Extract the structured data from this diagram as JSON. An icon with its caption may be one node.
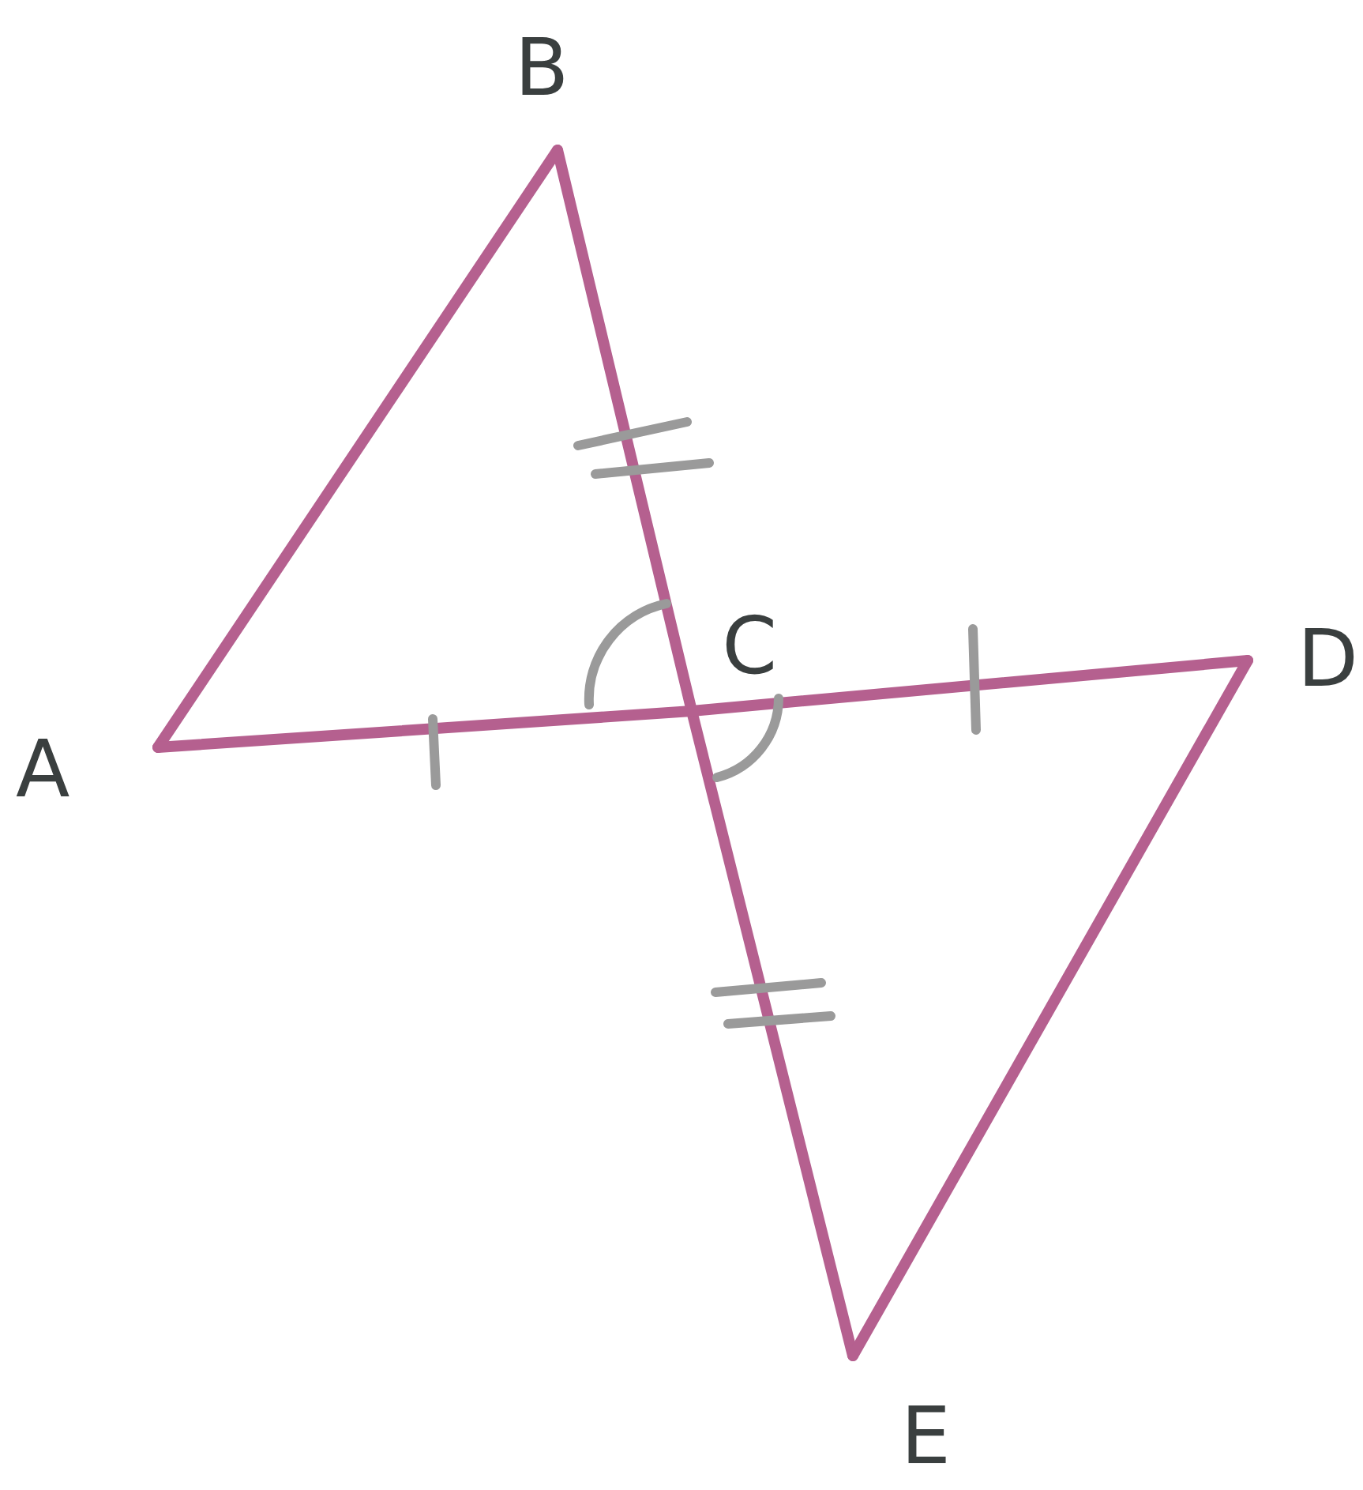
{
  "diagram": {
    "nodes": [
      {
        "text": [
          "B"
        ]
      },
      {
        "text": [
          "A"
        ]
      },
      {
        "text": [
          "C"
        ]
      },
      {
        "text": [
          "D"
        ]
      },
      {
        "text": [
          "E"
        ]
      }
    ],
    "edges": [
      {
        "from": 1,
        "to": 0,
        "arrow": "none"
      },
      {
        "from": 0,
        "to": 2,
        "arrow": "none"
      },
      {
        "from": 2,
        "to": 4,
        "arrow": "none"
      },
      {
        "from": 1,
        "to": 2,
        "arrow": "none"
      },
      {
        "from": 2,
        "to": 3,
        "arrow": "none"
      },
      {
        "from": 3,
        "to": 4,
        "arrow": "none"
      }
    ]
  }
}
